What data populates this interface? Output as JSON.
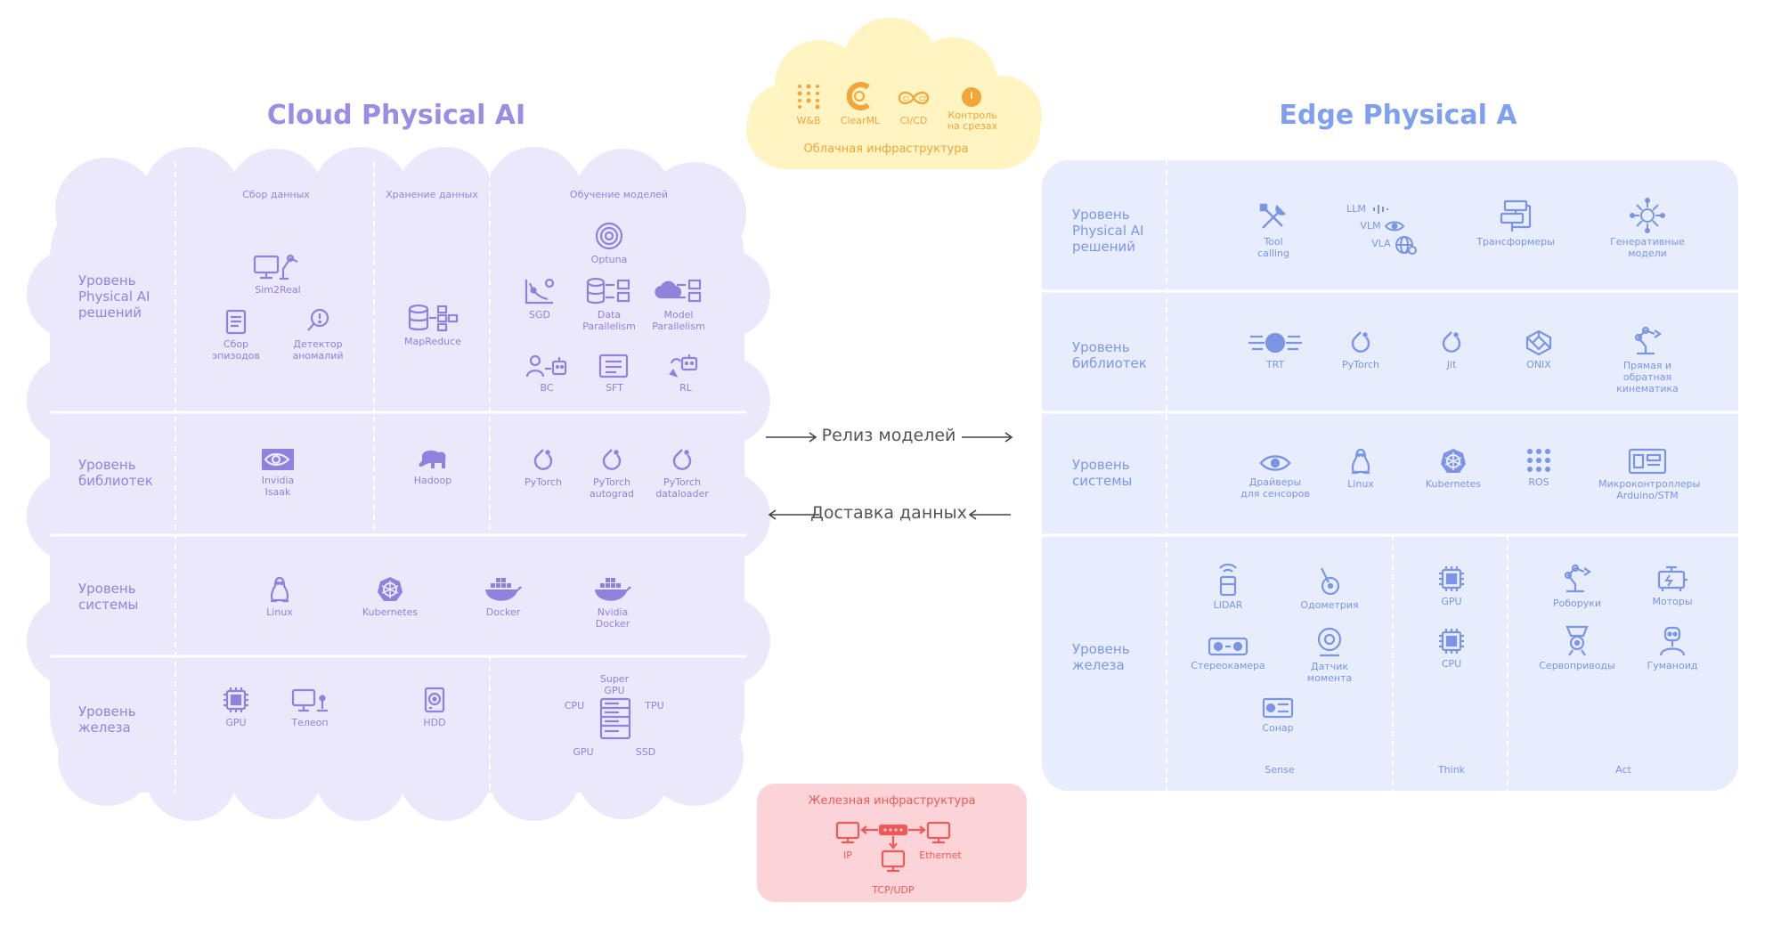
{
  "cloud": {
    "title": "Cloud Physical AI",
    "columns": [
      "Сбор данных",
      "Хранение данных",
      "Обучение моделей"
    ],
    "rows": {
      "solutions": "Уровень\nPhysical AI\nрешений",
      "libraries": "Уровень\nбиблиотек",
      "system": "Уровень\nсистемы",
      "hardware": "Уровень\nжелеза"
    },
    "solutions": {
      "sim2real": "Sim2Real",
      "episodes": "Сбор\nэпизодов",
      "anomaly": "Детектор\nаномалий",
      "mapreduce": "MapReduce",
      "optuna": "Optuna",
      "sgd": "SGD",
      "data_parallel": "Data\nParallelism",
      "model_parallel": "Model\nParallelism",
      "bc": "BC",
      "sft": "SFT",
      "rl": "RL"
    },
    "libraries": {
      "isaak": "Invidia\nIsaak",
      "hadoop": "Hadoop",
      "pytorch": "PyTorch",
      "pytorch_autograd": "PyTorch\nautograd",
      "pytorch_dataloader": "PyTorch\ndataloader"
    },
    "system": {
      "linux": "Linux",
      "kubernetes": "Kubernetes",
      "docker": "Docker",
      "nvidia_docker": "Nvidia\nDocker"
    },
    "hardware": {
      "gpu": "GPU",
      "teleop": "Телеоп",
      "hdd": "HDD",
      "super_gpu": "Super\nGPU",
      "cpu": "CPU",
      "tpu": "TPU",
      "gpu2": "GPU",
      "ssd": "SSD"
    }
  },
  "edge": {
    "title": "Edge Physical A",
    "rows": {
      "solutions": "Уровень\nPhysical AI\nрешений",
      "libraries": "Уровень\nбиблиотек",
      "system": "Уровень\nсистемы",
      "hardware": "Уровень\nжелеза"
    },
    "solutions": {
      "tool_calling": "Tool\ncalling",
      "llm": "LLM",
      "vlm": "VLM",
      "vla": "VLA",
      "transformers": "Трансформеры",
      "generative": "Генеративные\nмодели"
    },
    "libraries": {
      "trt": "TRT",
      "pytorch": "PyTorch",
      "jit": "Jit",
      "onix": "ONIX",
      "kinematics": "Прямая и обратная\nкинематика"
    },
    "system": {
      "sensor_drivers": "Драйверы\nдля сенсоров",
      "linux": "Linux",
      "kubernetes": "Kubernetes",
      "ros": "ROS",
      "microcontrollers": "Микроконтроллеры\nArduino/STM"
    },
    "hardware": {
      "lidar": "LIDAR",
      "odometry": "Одометрия",
      "stereo": "Стереокамера",
      "torque": "Датчик\nмомента",
      "sonar": "Сонар",
      "gpu": "GPU",
      "cpu": "CPU",
      "roboruki": "Роборуки",
      "motors": "Моторы",
      "servos": "Сервоприводы",
      "humanoid": "Гуманоид"
    },
    "sections": [
      "Sense",
      "Think",
      "Act"
    ]
  },
  "middle": {
    "release": "Релиз моделей",
    "delivery": "Доставка данных"
  },
  "cloud_infra": {
    "title": "Облачная инфраструктура",
    "items": [
      "W&B",
      "ClearML",
      "CI/CD",
      "Контроль\nна срезах"
    ],
    "cicd_icon_text": [
      "CI",
      "CD"
    ]
  },
  "hw_infra": {
    "title": "Железная инфраструктура",
    "ip": "IP",
    "ethernet": "Ethernet",
    "tcp": "TCP/UDP"
  },
  "colors": {
    "cloud_panel": "#ebe8fc",
    "edge_panel": "#e7edfc",
    "cloud_accent": "#8f82dc",
    "edge_accent": "#7b95e6",
    "yellow": "#fff4c2",
    "orange": "#f3a53a",
    "pink": "#fcd4d7",
    "red": "#ec5a5a"
  }
}
